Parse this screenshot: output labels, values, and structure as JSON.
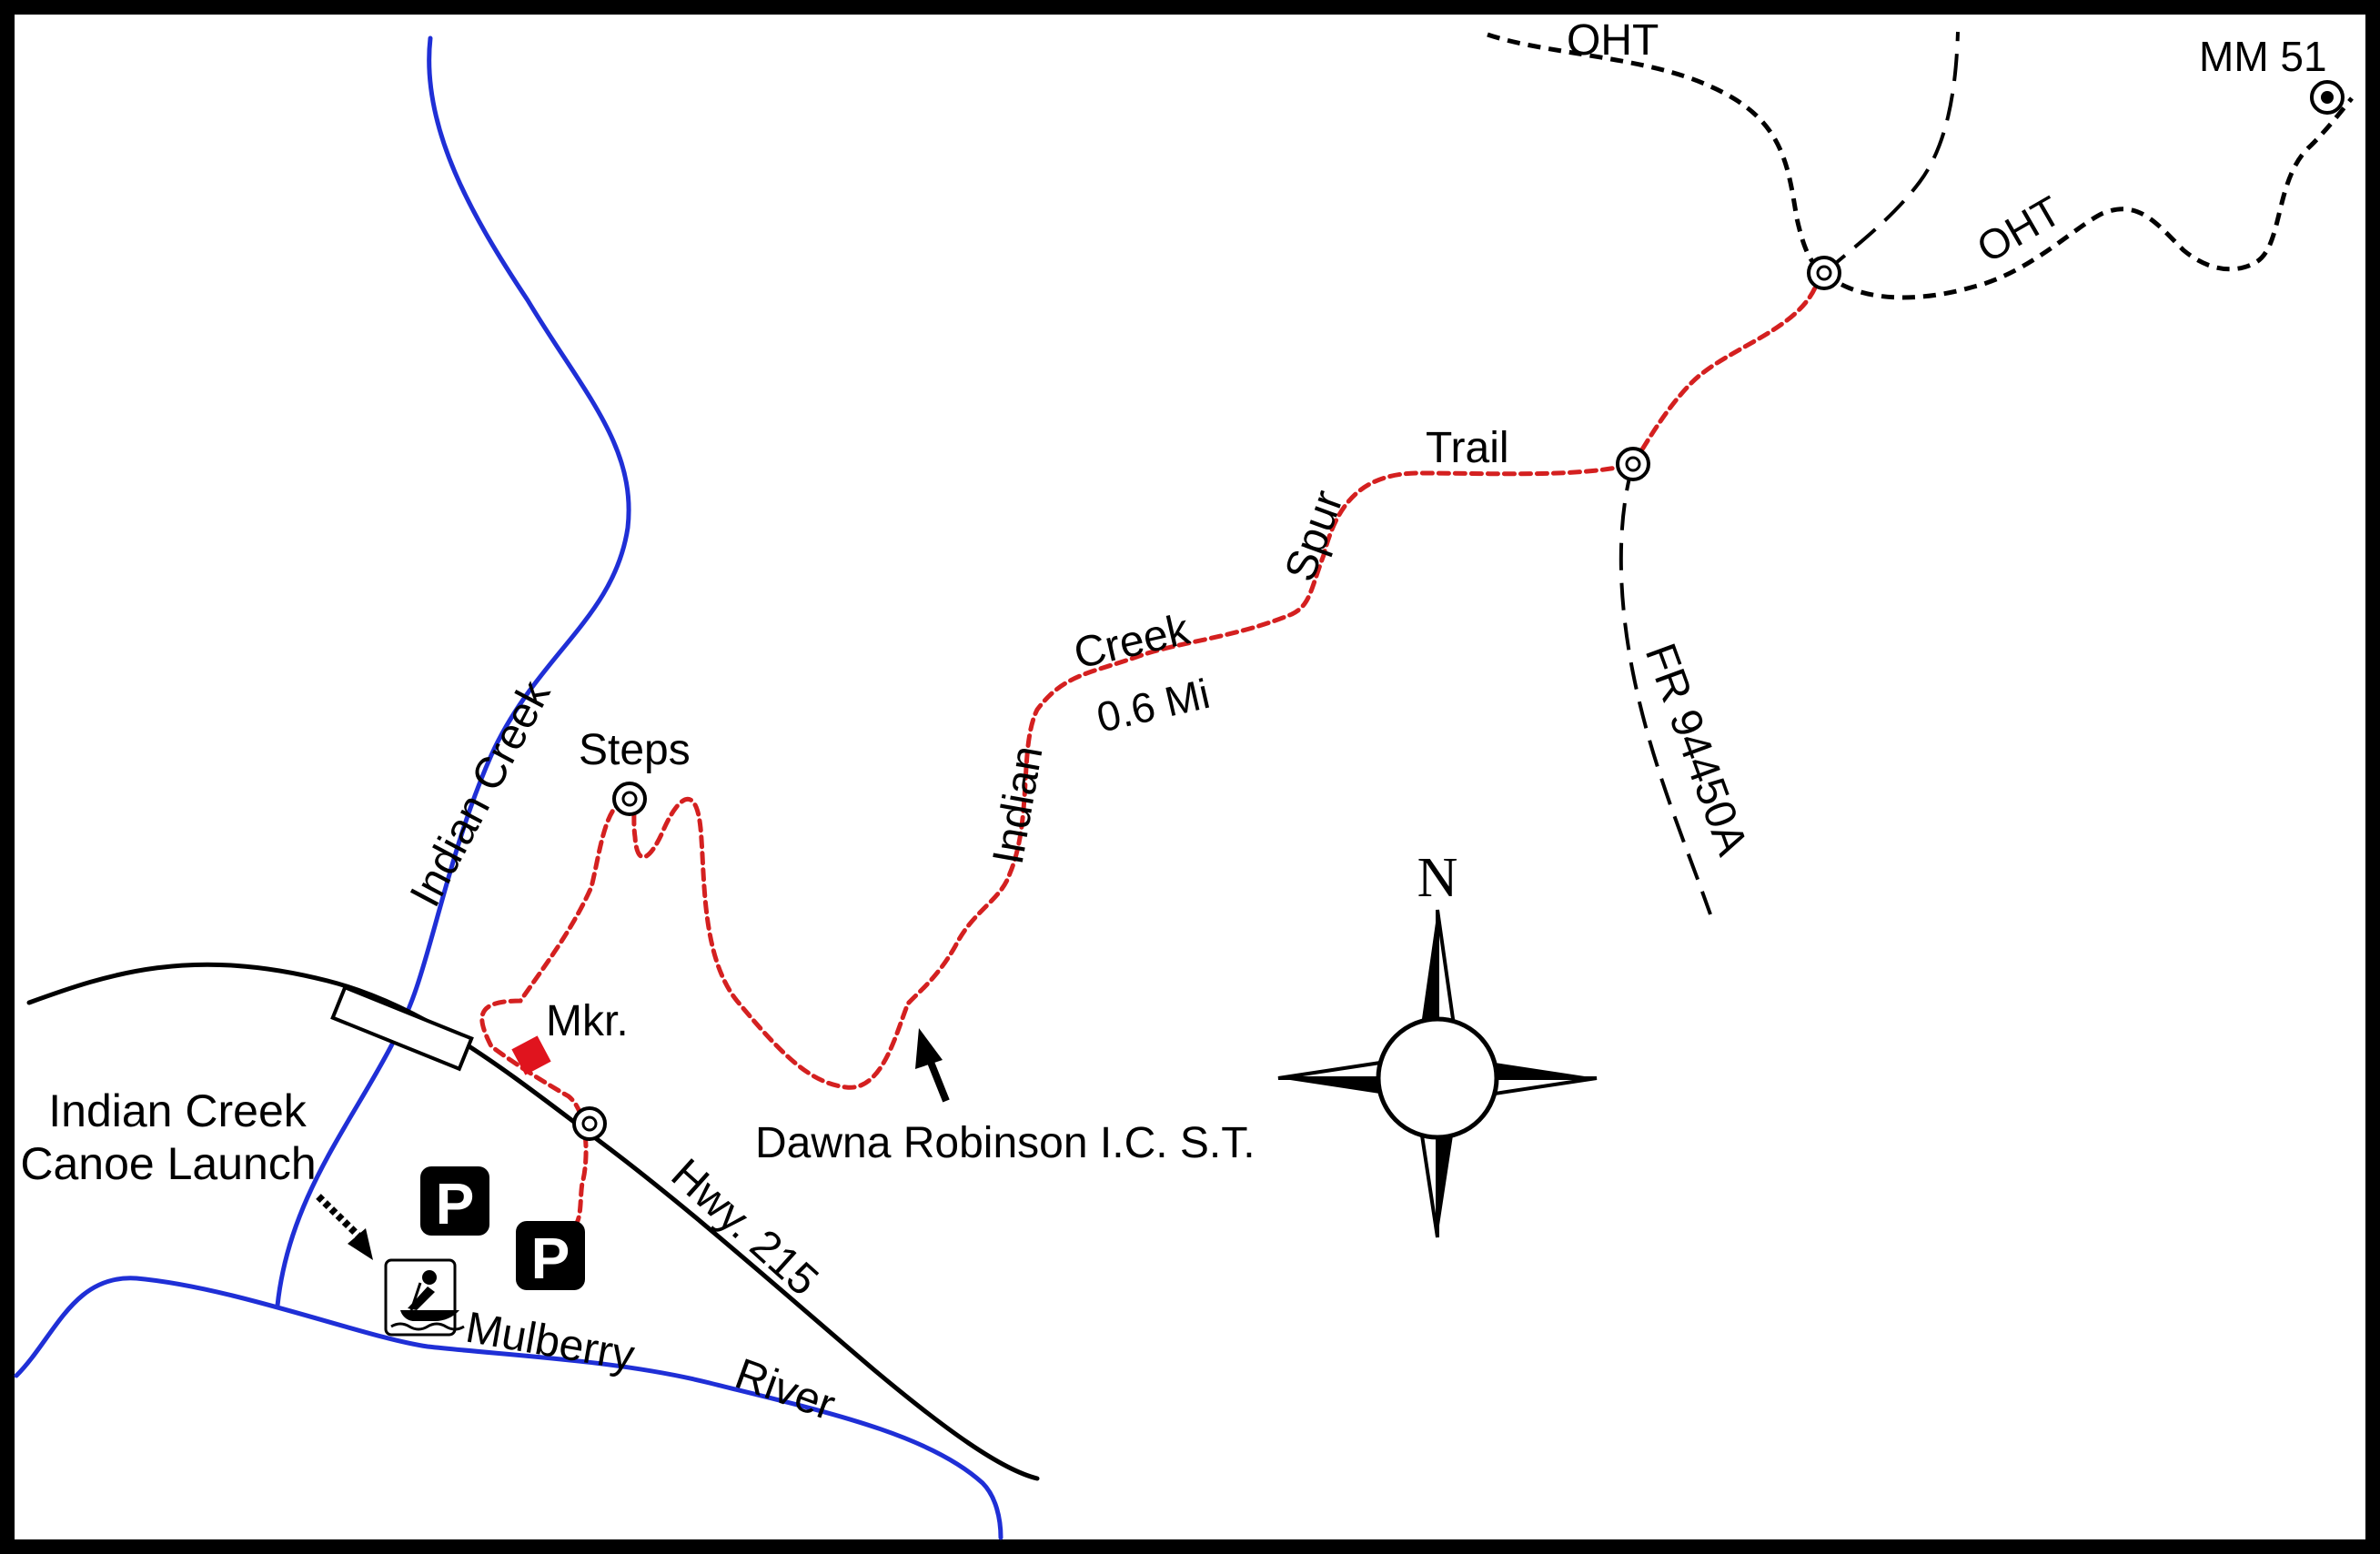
{
  "map": {
    "labels": {
      "oht_top": "OHT",
      "oht_right": "OHT",
      "mm51": "MM 51",
      "trail": "Trail",
      "spur": "Spur",
      "creek": "Creek",
      "distance": "0.6 Mi",
      "indian": "Indian",
      "fr_road": "FR 94450A",
      "steps": "Steps",
      "indian_creek_stream": "Indian Creek",
      "marker": "Mkr.",
      "trailhead": "Dawna Robinson I.C. S.T.",
      "canoe_launch_line1": "Indian Creek",
      "canoe_launch_line2": "Canoe Launch",
      "highway": "Hwy. 215",
      "mulberry": "Mulberry",
      "river": "River",
      "north": "N",
      "parking": "P"
    },
    "colors": {
      "border": "#000000",
      "background": "#ffffff",
      "water": "#1f2fd6",
      "trail_route": "#d42020",
      "roads": "#000000",
      "marker": "#e0141e"
    },
    "icons": [
      "parking-icon",
      "canoe-launch-icon",
      "compass-rose-icon",
      "trail-junction-icon",
      "marker-square-icon",
      "bridge-icon"
    ]
  }
}
